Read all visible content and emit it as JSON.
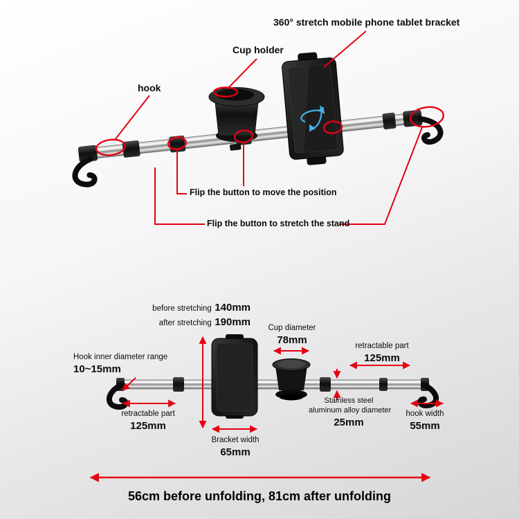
{
  "colors": {
    "annotation_red": "#e60012",
    "text": "#0b0b0b",
    "rotate_icon_blue": "#45b1e8"
  },
  "callouts": {
    "bracket": "360° stretch mobile phone tablet bracket",
    "cup_holder": "Cup holder",
    "hook": "hook",
    "flip_move": "Flip the button to move the position",
    "flip_stretch": "Flip the button to stretch the stand"
  },
  "dimensions": {
    "before_stretching": {
      "label": "before stretching",
      "value": "140mm"
    },
    "after_stretching": {
      "label": "after stretching",
      "value": "190mm"
    },
    "cup_diameter": {
      "label": "Cup diameter",
      "value": "78mm"
    },
    "retractable_right": {
      "label": "retractable part",
      "value": "125mm"
    },
    "hook_inner": {
      "label": "Hook inner diameter range",
      "value": "10~15mm"
    },
    "retractable_left": {
      "label": "retractable part",
      "value": "125mm"
    },
    "material": {
      "line1": "Stainless steel",
      "line2": "aluminum alloy diameter",
      "value": "25mm"
    },
    "hook_width": {
      "label": "hook width",
      "value": "55mm"
    },
    "bracket_width": {
      "label": "Bracket width",
      "value": "65mm"
    }
  },
  "footer": {
    "text": "56cm before unfolding, 81cm after unfolding"
  },
  "icons": {
    "rotate_360": "↻"
  }
}
